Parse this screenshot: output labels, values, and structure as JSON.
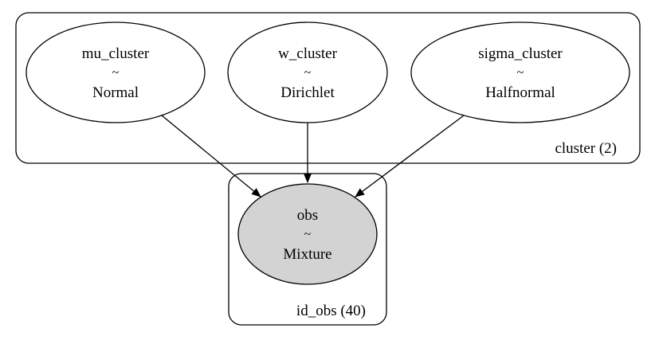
{
  "diagram": {
    "plates": [
      {
        "id": "cluster",
        "label": "cluster (2)"
      },
      {
        "id": "id_obs",
        "label": "id_obs (40)"
      }
    ],
    "nodes": [
      {
        "id": "mu_cluster",
        "name": "mu_cluster",
        "tilde": "~",
        "dist": "Normal",
        "observed": false
      },
      {
        "id": "w_cluster",
        "name": "w_cluster",
        "tilde": "~",
        "dist": "Dirichlet",
        "observed": false
      },
      {
        "id": "sigma_cluster",
        "name": "sigma_cluster",
        "tilde": "~",
        "dist": "Halfnormal",
        "observed": false
      },
      {
        "id": "obs",
        "name": "obs",
        "tilde": "~",
        "dist": "Mixture",
        "observed": true
      }
    ],
    "edges": [
      {
        "from": "mu_cluster",
        "to": "obs"
      },
      {
        "from": "w_cluster",
        "to": "obs"
      },
      {
        "from": "sigma_cluster",
        "to": "obs"
      }
    ],
    "colors": {
      "observed_fill": "#d3d3d3",
      "latent_fill": "#ffffff",
      "stroke": "#000000"
    }
  }
}
